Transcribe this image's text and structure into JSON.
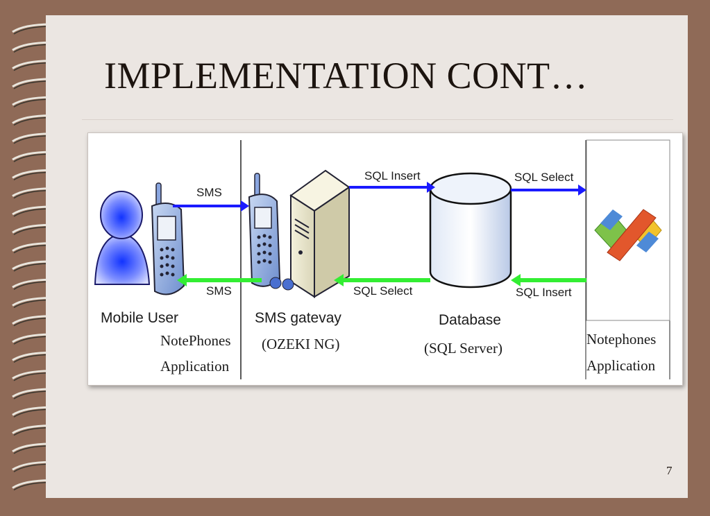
{
  "slide": {
    "title": "IMPLEMENTATION CONT…",
    "page_number": "7"
  },
  "diagram": {
    "nodes": {
      "mobile_user": "Mobile User",
      "notephones_app_left": [
        "NotePhones",
        "Application"
      ],
      "sms_gateway": "SMS gatevay",
      "ozeki": "(OZEKI NG)",
      "database": "Database",
      "sql_server": "(SQL Server)",
      "notephones_app_right": [
        "Notephones",
        "Application"
      ]
    },
    "edges": {
      "sms_top": "SMS",
      "sms_bottom": "SMS",
      "sql_insert_top": "SQL Insert",
      "sql_select_bottom": "SQL Select",
      "sql_select_top": "SQL Select",
      "sql_insert_bottom": "SQL Insert"
    },
    "colors": {
      "arrow_blue": "#1a1aff",
      "arrow_green": "#33ee33",
      "user_blue": "#3355ff"
    }
  }
}
